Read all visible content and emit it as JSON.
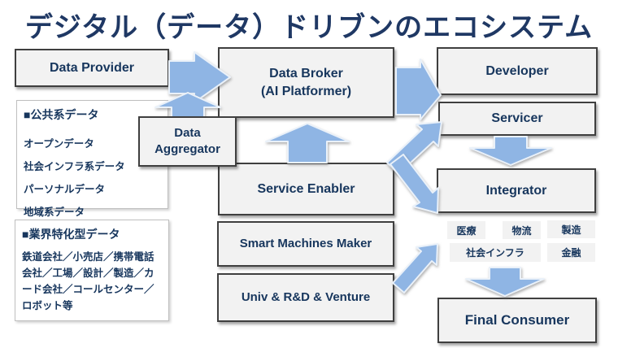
{
  "title": "デジタル（データ）ドリブンのエコシステム",
  "colors": {
    "title_navy": "#1F3864",
    "text_navy": "#17365D",
    "arrow_blue": "#8FB5E4",
    "box_fill": "#F2F2F2",
    "box_border": "#3F3F3F",
    "list_border": "#BFBFBF"
  },
  "boxes": {
    "data_provider": {
      "label": "Data Provider"
    },
    "data_aggregator": {
      "line1": "Data",
      "line2": "Aggregator"
    },
    "data_broker": {
      "line1": "Data Broker",
      "line2": "(AI Platformer)"
    },
    "service_enabler": {
      "label": "Service Enabler"
    },
    "smart_machines_maker": {
      "label": "Smart Machines Maker"
    },
    "univ_rd_venture": {
      "label": "Univ & R&D & Venture"
    },
    "developer": {
      "label": "Developer"
    },
    "servicer": {
      "label": "Servicer"
    },
    "integrator": {
      "label": "Integrator"
    },
    "final_consumer": {
      "label": "Final Consumer"
    }
  },
  "public_data": {
    "header": "■公共系データ",
    "items": [
      "オープンデータ",
      "社会インフラ系データ",
      "パーソナルデータ",
      "地域系データ"
    ]
  },
  "industry_data": {
    "header": "■業界特化型データ",
    "body": "鉄道会社／小売店／携帯電話会社／工場／設計／製造／カード会社／コールセンター／ロボット等"
  },
  "domain_tags": [
    "医療",
    "物流",
    "製造",
    "社会インフラ",
    "金融"
  ]
}
